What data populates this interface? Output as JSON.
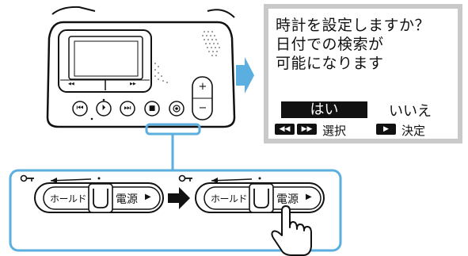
{
  "dialog": {
    "line1": "時計を設定しますか？",
    "line2": "日付での検索が",
    "line3": "可能になります",
    "option_yes": "はい",
    "option_no": "いいえ",
    "select_label": "選択",
    "confirm_label": "決定"
  },
  "device": {
    "prev_icon": "⏮",
    "play_icon": "⏵",
    "next_icon": "⏭",
    "stop_icon": "■",
    "record_icon": "●",
    "plus": "+",
    "minus": "−",
    "screen_rewind": "◀◀",
    "screen_forward": "▶▶"
  },
  "hold_switch": {
    "hold_label": "ホールド",
    "power_label": "電源",
    "arrow_symbol": "▶"
  },
  "colors": {
    "highlight": "#5aaee0",
    "arrow": "#5aaee0",
    "lcd_frame": "#c9c9c9",
    "ink": "#111111"
  },
  "icons": [
    "prev-track-icon",
    "play-icon",
    "next-track-icon",
    "stop-icon",
    "record-icon",
    "key-icon",
    "hand-pointer-icon",
    "right-arrow-icon"
  ]
}
